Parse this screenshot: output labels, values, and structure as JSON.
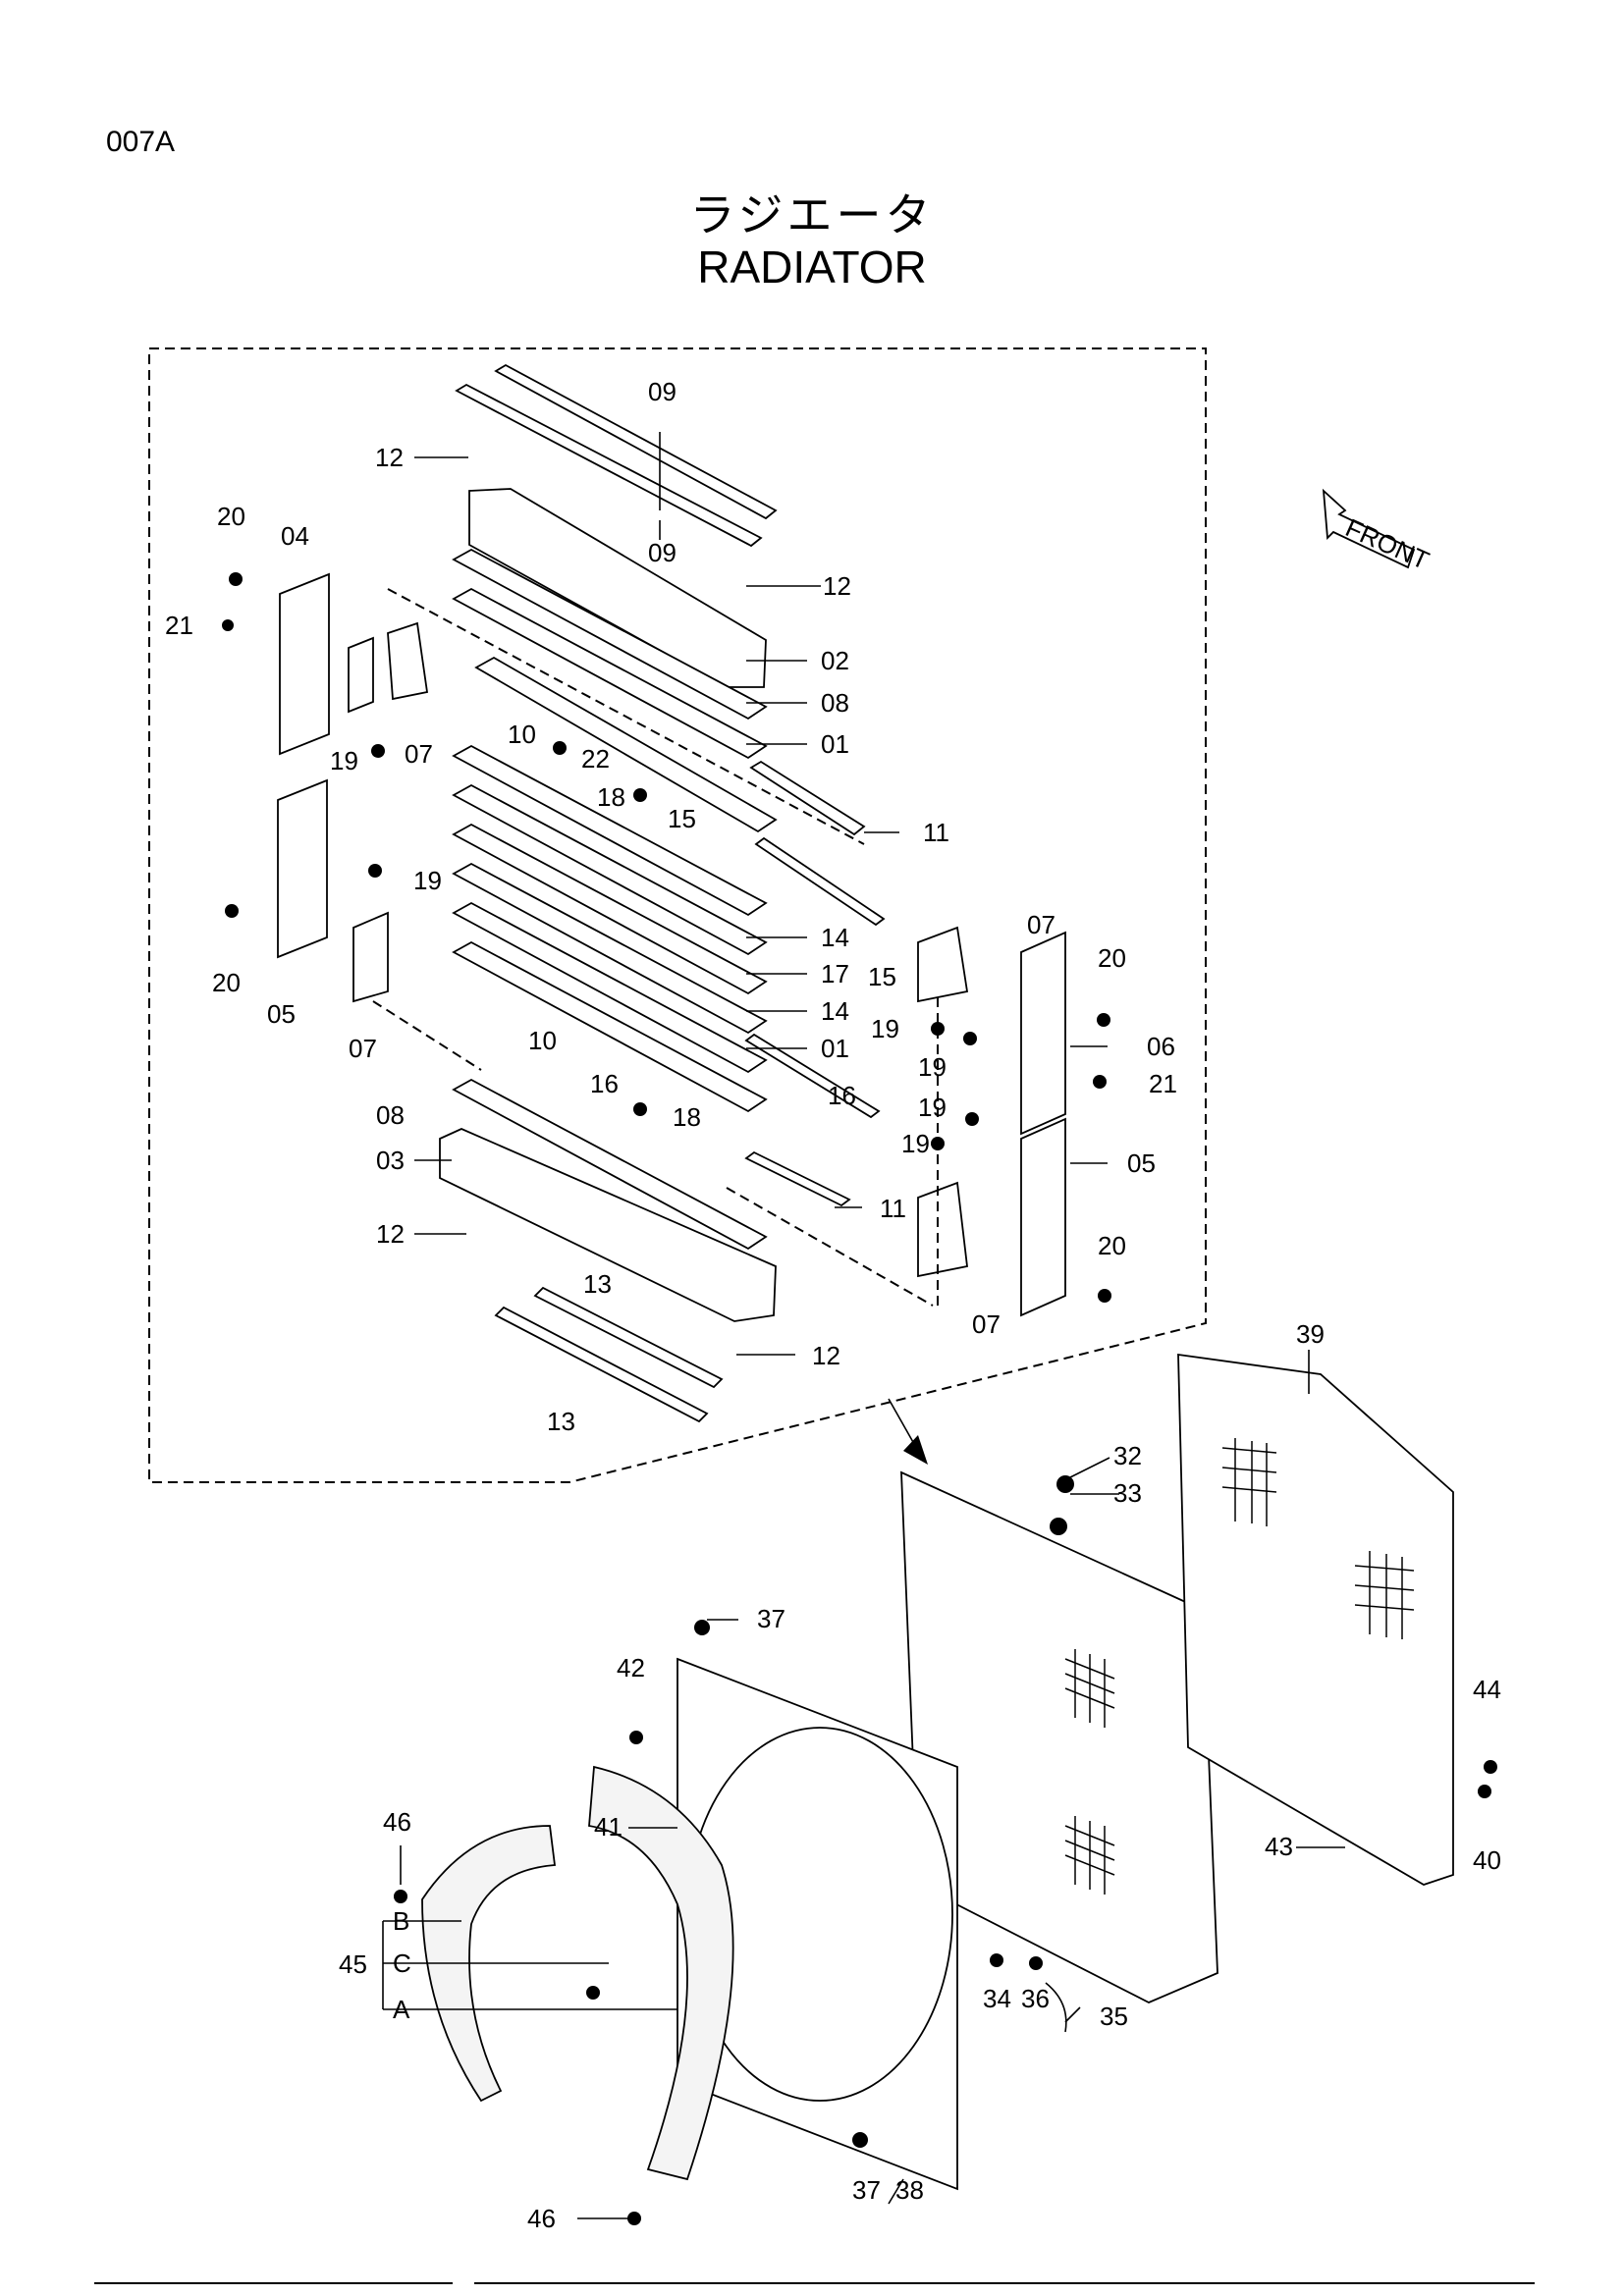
{
  "page_code": "007A",
  "title_ja": "ラジエータ",
  "title_en": "RADIATOR",
  "front_arrow_label": "FRONT",
  "callouts": {
    "c09a": "09",
    "c12a": "12",
    "c20a": "20",
    "c04": "04",
    "c09b": "09",
    "c12b": "12",
    "c21a": "21",
    "c02": "02",
    "c08a": "08",
    "c01a": "01",
    "c10a": "10",
    "c19a": "19",
    "c22": "22",
    "c07a": "07",
    "c18a": "18",
    "c15a": "15",
    "c11a": "11",
    "c19b": "19",
    "c07b": "07",
    "c15b": "15",
    "c14a": "14",
    "c17": "17",
    "c20b": "20",
    "c14b": "14",
    "c05a": "05",
    "c19c": "19",
    "c20c": "20",
    "c01b": "01",
    "c06": "06",
    "c07c": "07",
    "c19d": "19",
    "c10b": "10",
    "c16a": "16",
    "c21b": "21",
    "c08b": "08",
    "c18b": "18",
    "c16b": "16",
    "c19e": "19",
    "c03": "03",
    "c19f": "19",
    "c05b": "05",
    "c11b": "11",
    "c12c": "12",
    "c20d": "20",
    "c13a": "13",
    "c07d": "07",
    "c12d": "12",
    "c13b": "13",
    "c39": "39",
    "c32": "32",
    "c33": "33",
    "c37a": "37",
    "c42": "42",
    "c44": "44",
    "c41": "41",
    "c46a": "46",
    "c43": "43",
    "c40": "40",
    "c34": "34",
    "c36": "36",
    "c35": "35",
    "c45": "45",
    "c45B": "B",
    "c45C": "C",
    "c45A": "A",
    "c37b": "37",
    "c38": "38",
    "c46b": "46"
  }
}
